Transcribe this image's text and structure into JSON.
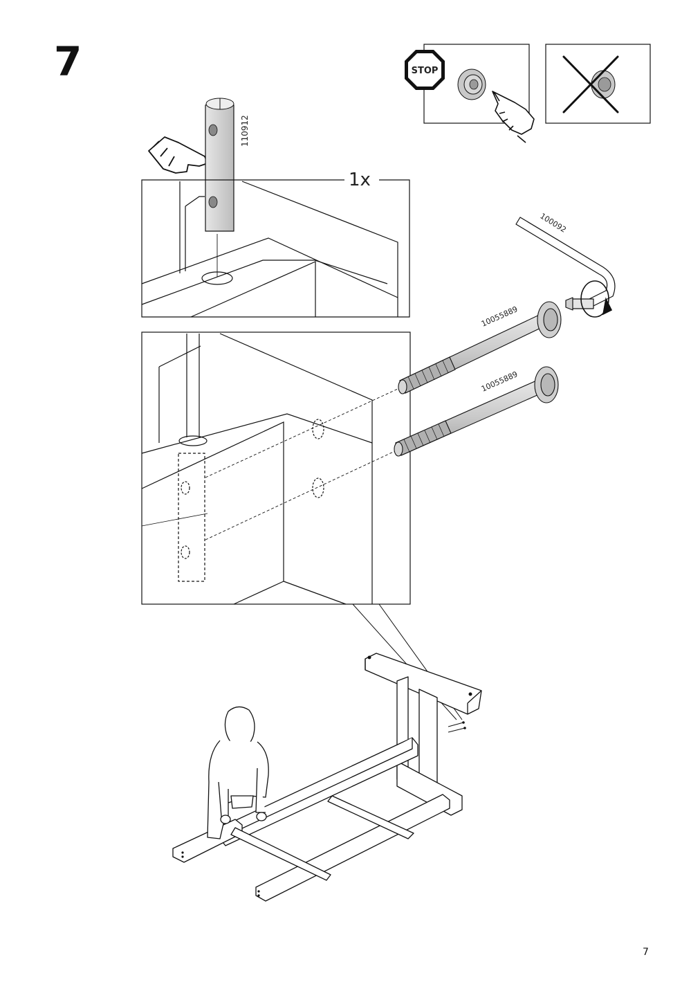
{
  "step": {
    "number": "7"
  },
  "warning": {
    "stop_label": "STOP"
  },
  "parts": {
    "dowel_id": "110912",
    "quantity": "1x",
    "allen_key_id": "100092",
    "bolt_upper_id": "10055889",
    "bolt_lower_id": "10055889"
  },
  "page": {
    "number": "7"
  },
  "colors": {
    "line": "#111111",
    "part_fill": "#d9d9d9",
    "part_shade": "#bdbdbd",
    "light_fill": "#f2f2f2"
  },
  "icons": [
    "stop-sign-icon",
    "pointing-hand-icon",
    "cross-icon",
    "rotate-arrow-icon"
  ]
}
